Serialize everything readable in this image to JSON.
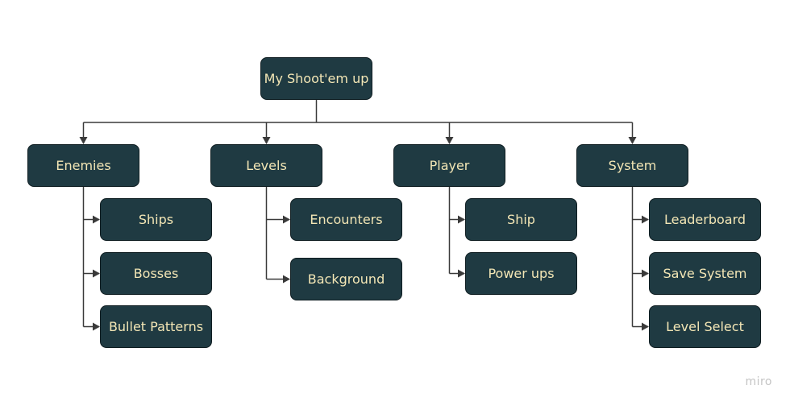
{
  "colors": {
    "node_fill": "#1f3a42",
    "node_border": "#0f1d21",
    "node_text": "#f3e6b5",
    "connector": "#3a3a3a",
    "watermark": "#c4c4c4"
  },
  "root": {
    "label": "My Shoot'em up"
  },
  "branches": [
    {
      "label": "Enemies",
      "children": [
        "Ships",
        "Bosses",
        "Bullet Patterns"
      ]
    },
    {
      "label": "Levels",
      "children": [
        "Encounters",
        "Background"
      ]
    },
    {
      "label": "Player",
      "children": [
        "Ship",
        "Power ups"
      ]
    },
    {
      "label": "System",
      "children": [
        "Leaderboard",
        "Save System",
        "Level Select"
      ]
    }
  ],
  "watermark": "miro"
}
